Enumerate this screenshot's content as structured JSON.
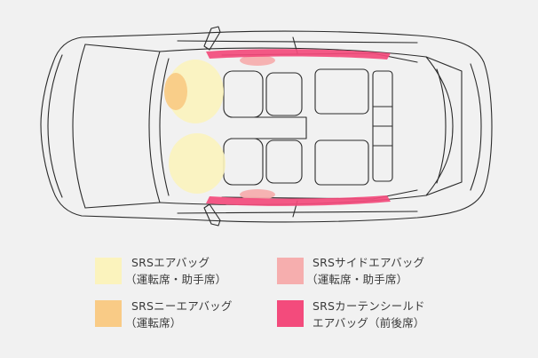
{
  "colors": {
    "background": "#f1f1f1",
    "line": "#2b2b2b",
    "front_airbag": "#fbf3bd",
    "knee_airbag": "#f9cb86",
    "side_airbag": "#f6aeae",
    "curtain_airbag": "#f34b7c"
  },
  "legend": [
    {
      "key": "front",
      "color": "#fbf3bd",
      "line1": "SRSエアバッグ",
      "line2": "（運転席・助手席）"
    },
    {
      "key": "side",
      "color": "#f6aeae",
      "line1": "SRSサイドエアバッグ",
      "line2": "（運転席・助手席）"
    },
    {
      "key": "knee",
      "color": "#f9cb86",
      "line1": "SRSニーエアバッグ",
      "line2": "（運転席）"
    },
    {
      "key": "curtain",
      "color": "#f34b7c",
      "line1": "SRSカーテンシールド",
      "line2": "エアバッグ（前後席）"
    }
  ]
}
